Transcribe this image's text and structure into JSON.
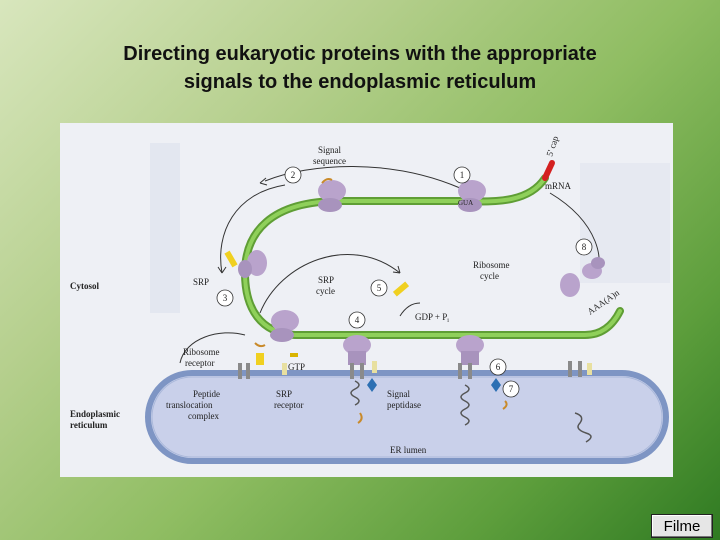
{
  "slide": {
    "title_line1": "Directing eukaryotic proteins with the appropriate",
    "title_line2": "signals to the endoplasmic reticulum",
    "film_button": "Filme"
  },
  "diagram": {
    "cap": "5' cap",
    "mrna": "mRNA",
    "codon": "GUA",
    "poly_a": "AAA(A)n",
    "signal_sequence_line1": "Signal",
    "signal_sequence_line2": "sequence",
    "cytosol": "Cytosol",
    "srp": "SRP",
    "srp_cycle_line1": "SRP",
    "srp_cycle_line2": "cycle",
    "ribosome_cycle_line1": "Ribosome",
    "ribosome_cycle_line2": "cycle",
    "gdp_pi": "GDP + P",
    "gdp_pi_sub": "i",
    "gtp": "GTP",
    "ribosome_receptor_line1": "Ribosome",
    "ribosome_receptor_line2": "receptor",
    "peptide_translocation_line1": "Peptide",
    "peptide_translocation_line2": "translocation",
    "peptide_translocation_line3": "complex",
    "srp_receptor_line1": "SRP",
    "srp_receptor_line2": "receptor",
    "signal_peptidase_line1": "Signal",
    "signal_peptidase_line2": "peptidase",
    "er_line1": "Endoplasmic",
    "er_line2": "reticulum",
    "er_lumen": "ER lumen",
    "steps": [
      "1",
      "2",
      "3",
      "4",
      "5",
      "6",
      "7",
      "8"
    ],
    "colors": {
      "mrna_green": "#7cc04a",
      "cap_red": "#d42020",
      "ribosome_purple": "#b9a3cc",
      "er_fill": "#c9d0ea",
      "er_border": "#7e95c4",
      "srp_yellow": "#f0d020",
      "peptide_orange": "#c98a2a",
      "peptidase_blue": "#2c6fb3"
    }
  }
}
